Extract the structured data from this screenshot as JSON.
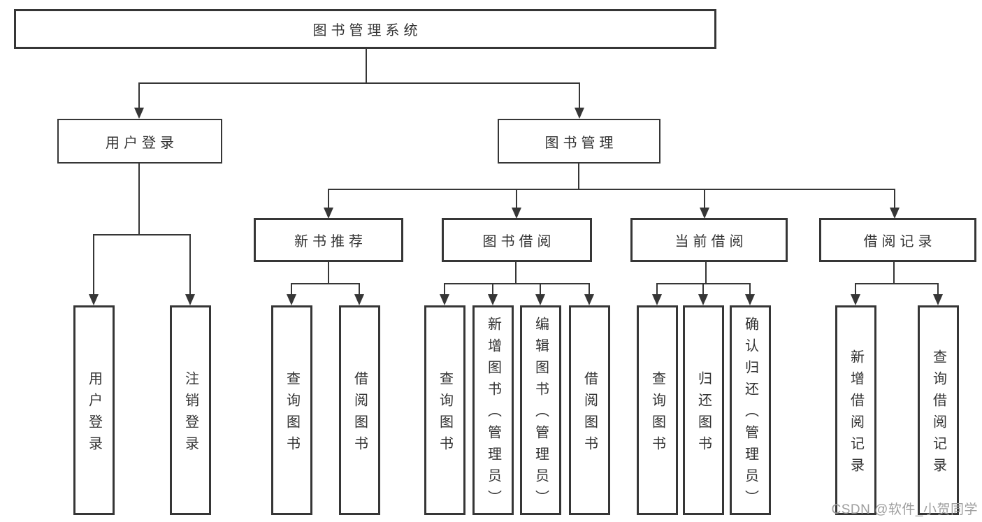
{
  "diagram": {
    "root": {
      "label": "图书管理系统"
    },
    "branches": {
      "user_login": {
        "label": "用户登录",
        "children": [
          "用户登录",
          "注销登录"
        ]
      },
      "book_management": {
        "label": "图书管理",
        "sections": [
          {
            "label": "新书推荐",
            "children": [
              "查询图书",
              "借阅图书"
            ]
          },
          {
            "label": "图书借阅",
            "children": [
              "查询图书",
              "新增图书（管理员）",
              "编辑图书（管理员）",
              "借阅图书"
            ]
          },
          {
            "label": "当前借阅",
            "children": [
              "查询图书",
              "归还图书",
              "确认归还（管理员）"
            ]
          },
          {
            "label": "借阅记录",
            "children": [
              "新增借阅记录",
              "查询借阅记录"
            ]
          }
        ]
      }
    },
    "colors": {
      "line": "#363636",
      "text": "#333333",
      "watermark": "#9e9e9e",
      "background": "#ffffff"
    }
  },
  "watermark": {
    "text": "CSDN @软件_小贺同学"
  }
}
